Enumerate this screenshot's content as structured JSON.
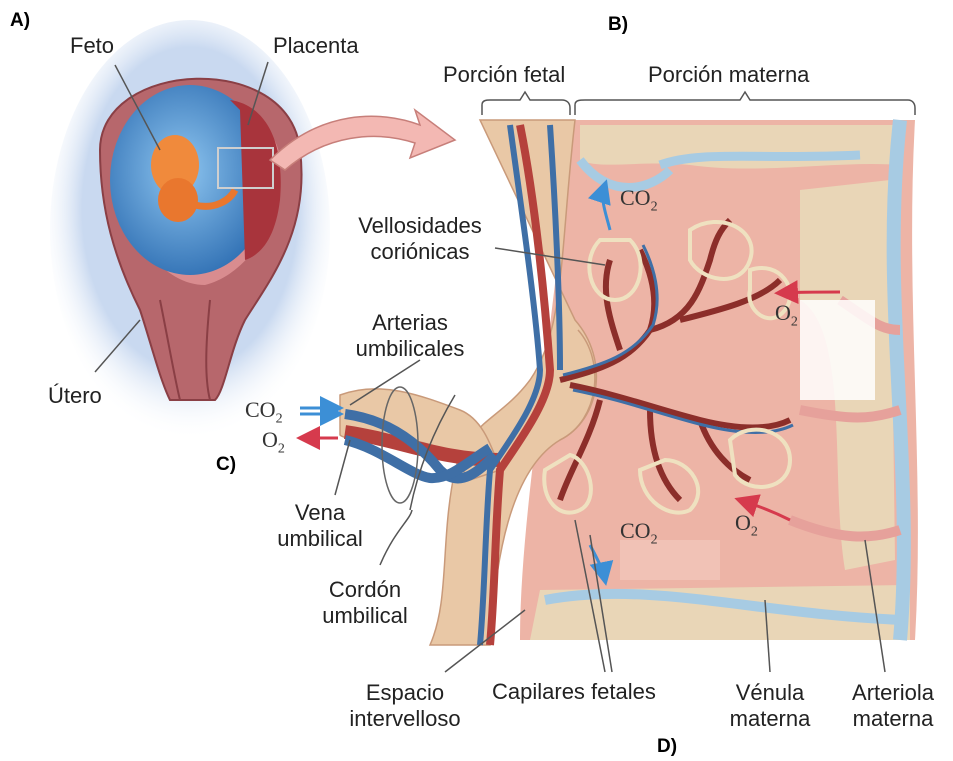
{
  "panels": {
    "a": "A)",
    "b": "B)",
    "c": "C)",
    "d": "D)"
  },
  "labels": {
    "feto": "Feto",
    "placenta": "Placenta",
    "utero": "Útero",
    "porcion_fetal": "Porción fetal",
    "porcion_materna": "Porción materna",
    "vellosidades_1": "Vellosidades",
    "vellosidades_2": "coriónicas",
    "arterias_1": "Arterias",
    "arterias_2": "umbilicales",
    "vena_1": "Vena",
    "vena_2": "umbilical",
    "cordon_1": "Cordón",
    "cordon_2": "umbilical",
    "espacio_1": "Espacio",
    "espacio_2": "intervelloso",
    "capilares": "Capilares fetales",
    "venula_1": "Vénula",
    "venula_2": "materna",
    "arteriola_1": "Arteriola",
    "arteriola_2": "materna"
  },
  "gases": {
    "co2_base": "CO",
    "o2_base": "O",
    "sub2": "2"
  },
  "colors": {
    "artery_red": "#b5413c",
    "vein_blue": "#3f6fa6",
    "maternal_pink": "#edb4a6",
    "tissue_beige": "#e9d6b7",
    "vessel_lightblue": "#a7cbe3",
    "arrow_red": "#d63a4d",
    "arrow_blue": "#3c8fd6",
    "uterus_wall": "#b7676c",
    "amniotic_blue": "#3f86c7"
  }
}
